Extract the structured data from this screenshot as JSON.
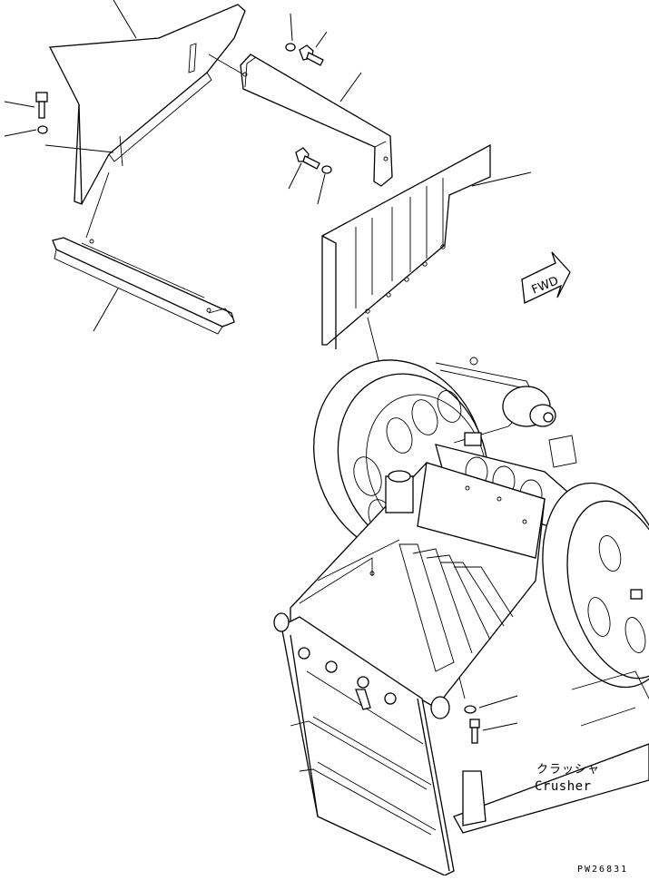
{
  "diagram": {
    "component_label_jp": "クラッシャ",
    "component_label_en": "Crusher",
    "direction_label": "FWD",
    "drawing_id": "PW26831"
  },
  "icons": {
    "direction": "forward-arrow-icon"
  }
}
